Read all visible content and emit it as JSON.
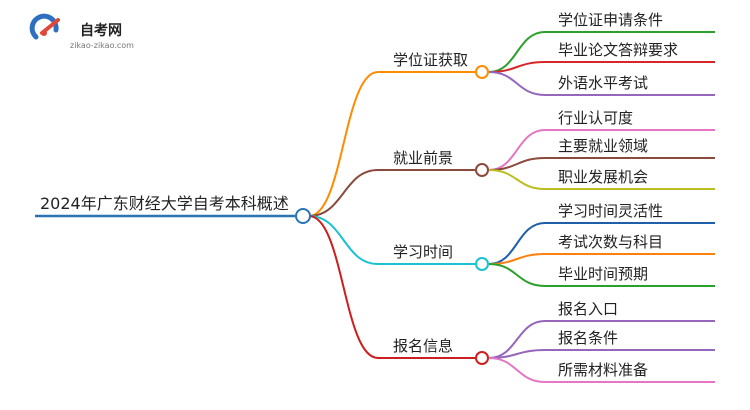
{
  "logo": {
    "title": "自考网",
    "url": "zikao-zikao.com"
  },
  "colors": {
    "root_line": "#2a74b3",
    "root_node": "#2a74b3",
    "b1": "#ff8c00",
    "b2": "#8b4a3c",
    "b3": "#19c3d4",
    "b4": "#cc1f1f",
    "green": "#2ca02c",
    "red": "#d62728",
    "purple": "#9467bd",
    "pink": "#e377c2",
    "olive": "#bcbd22",
    "navy": "#1f5fa8",
    "orange": "#ff7f0e",
    "logo_blue": "#2f6fbf",
    "logo_red": "#e0463a"
  },
  "root": {
    "label": "2024年广东财经大学自考本科概述"
  },
  "branches": [
    {
      "label": "学位证获取",
      "color_key": "b1",
      "children": [
        {
          "label": "学位证申请条件",
          "color_key": "green"
        },
        {
          "label": "毕业论文答辩要求",
          "color_key": "red"
        },
        {
          "label": "外语水平考试",
          "color_key": "purple"
        }
      ]
    },
    {
      "label": "就业前景",
      "color_key": "b2",
      "children": [
        {
          "label": "行业认可度",
          "color_key": "pink"
        },
        {
          "label": "主要就业领域",
          "color_key": "b2"
        },
        {
          "label": "职业发展机会",
          "color_key": "olive"
        }
      ]
    },
    {
      "label": "学习时间",
      "color_key": "b3",
      "children": [
        {
          "label": "学习时间灵活性",
          "color_key": "navy"
        },
        {
          "label": "考试次数与科目",
          "color_key": "orange"
        },
        {
          "label": "毕业时间预期",
          "color_key": "green"
        }
      ]
    },
    {
      "label": "报名信息",
      "color_key": "b4",
      "children": [
        {
          "label": "报名入口",
          "color_key": "purple"
        },
        {
          "label": "报名条件",
          "color_key": "purple"
        },
        {
          "label": "所需材料准备",
          "color_key": "pink"
        }
      ]
    }
  ]
}
